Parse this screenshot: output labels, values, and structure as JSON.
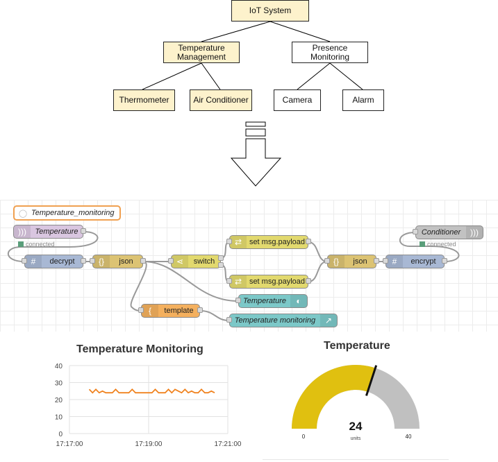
{
  "hierarchy": {
    "root": "IoT System",
    "temp_mgmt": "Temperature Management",
    "presence": "Presence Monitoring",
    "thermometer": "Thermometer",
    "air_conditioner": "Air Conditioner",
    "camera": "Camera",
    "alarm": "Alarm"
  },
  "flow": {
    "comment": "Temperature_monitoring",
    "temperature_in": "Temperature",
    "temperature_in_status": "connected",
    "decrypt": "decrypt",
    "json1": "json",
    "switch": "switch",
    "set1": "set msg.payload",
    "set2": "set msg.payload",
    "json2": "json",
    "encrypt": "encrypt",
    "conditioner": "Conditioner",
    "conditioner_status": "connected",
    "gauge_node": "Temperature",
    "template": "template",
    "chart_node": "Temperature monitoring"
  },
  "gauge": {
    "title": "Temperature",
    "value": "24",
    "units": "units",
    "min": "0",
    "max": "40"
  },
  "colors": {
    "highlight": "#fdf2cc",
    "gauge_fill": "#e0c010",
    "gauge_bg": "#c0c0c0",
    "line": "#f0821e",
    "node_inject": "#d9c6e0",
    "node_func": "#a8b8d4",
    "node_json": "#dcc373",
    "node_change": "#e2d96e",
    "node_ui": "#7cc8c8",
    "node_template": "#f4b05e",
    "node_out": "#c2c2c2"
  },
  "chart_data": {
    "type": "line",
    "title": "Temperature Monitoring",
    "x_ticks": [
      "17:17:00",
      "17:19:00",
      "17:21:00"
    ],
    "y_ticks": [
      "0",
      "10",
      "20",
      "30",
      "40"
    ],
    "ylim": [
      0,
      40
    ],
    "grid": true,
    "series": [
      {
        "x": [
          "17:17:30",
          "17:17:35",
          "17:17:40",
          "17:17:45",
          "17:17:50",
          "17:17:55",
          "17:18:00",
          "17:18:05",
          "17:18:10",
          "17:18:15",
          "17:18:20",
          "17:18:25",
          "17:18:30",
          "17:18:35",
          "17:18:40",
          "17:18:45",
          "17:18:50",
          "17:18:55",
          "17:19:00",
          "17:19:05",
          "17:19:10",
          "17:19:15",
          "17:19:20",
          "17:19:25",
          "17:19:30",
          "17:19:35",
          "17:19:40",
          "17:19:45",
          "17:19:50",
          "17:19:55",
          "17:20:00",
          "17:20:05",
          "17:20:10",
          "17:20:15",
          "17:20:20",
          "17:20:25",
          "17:20:30",
          "17:20:35",
          "17:20:40"
        ],
        "values": [
          26,
          24,
          26,
          24,
          25,
          24,
          24,
          24,
          26,
          24,
          24,
          24,
          24,
          26,
          24,
          24,
          24,
          24,
          24,
          24,
          26,
          24,
          24,
          24,
          26,
          24,
          26,
          25,
          24,
          26,
          24,
          25,
          24,
          24,
          26,
          24,
          24,
          25,
          24
        ]
      }
    ]
  }
}
